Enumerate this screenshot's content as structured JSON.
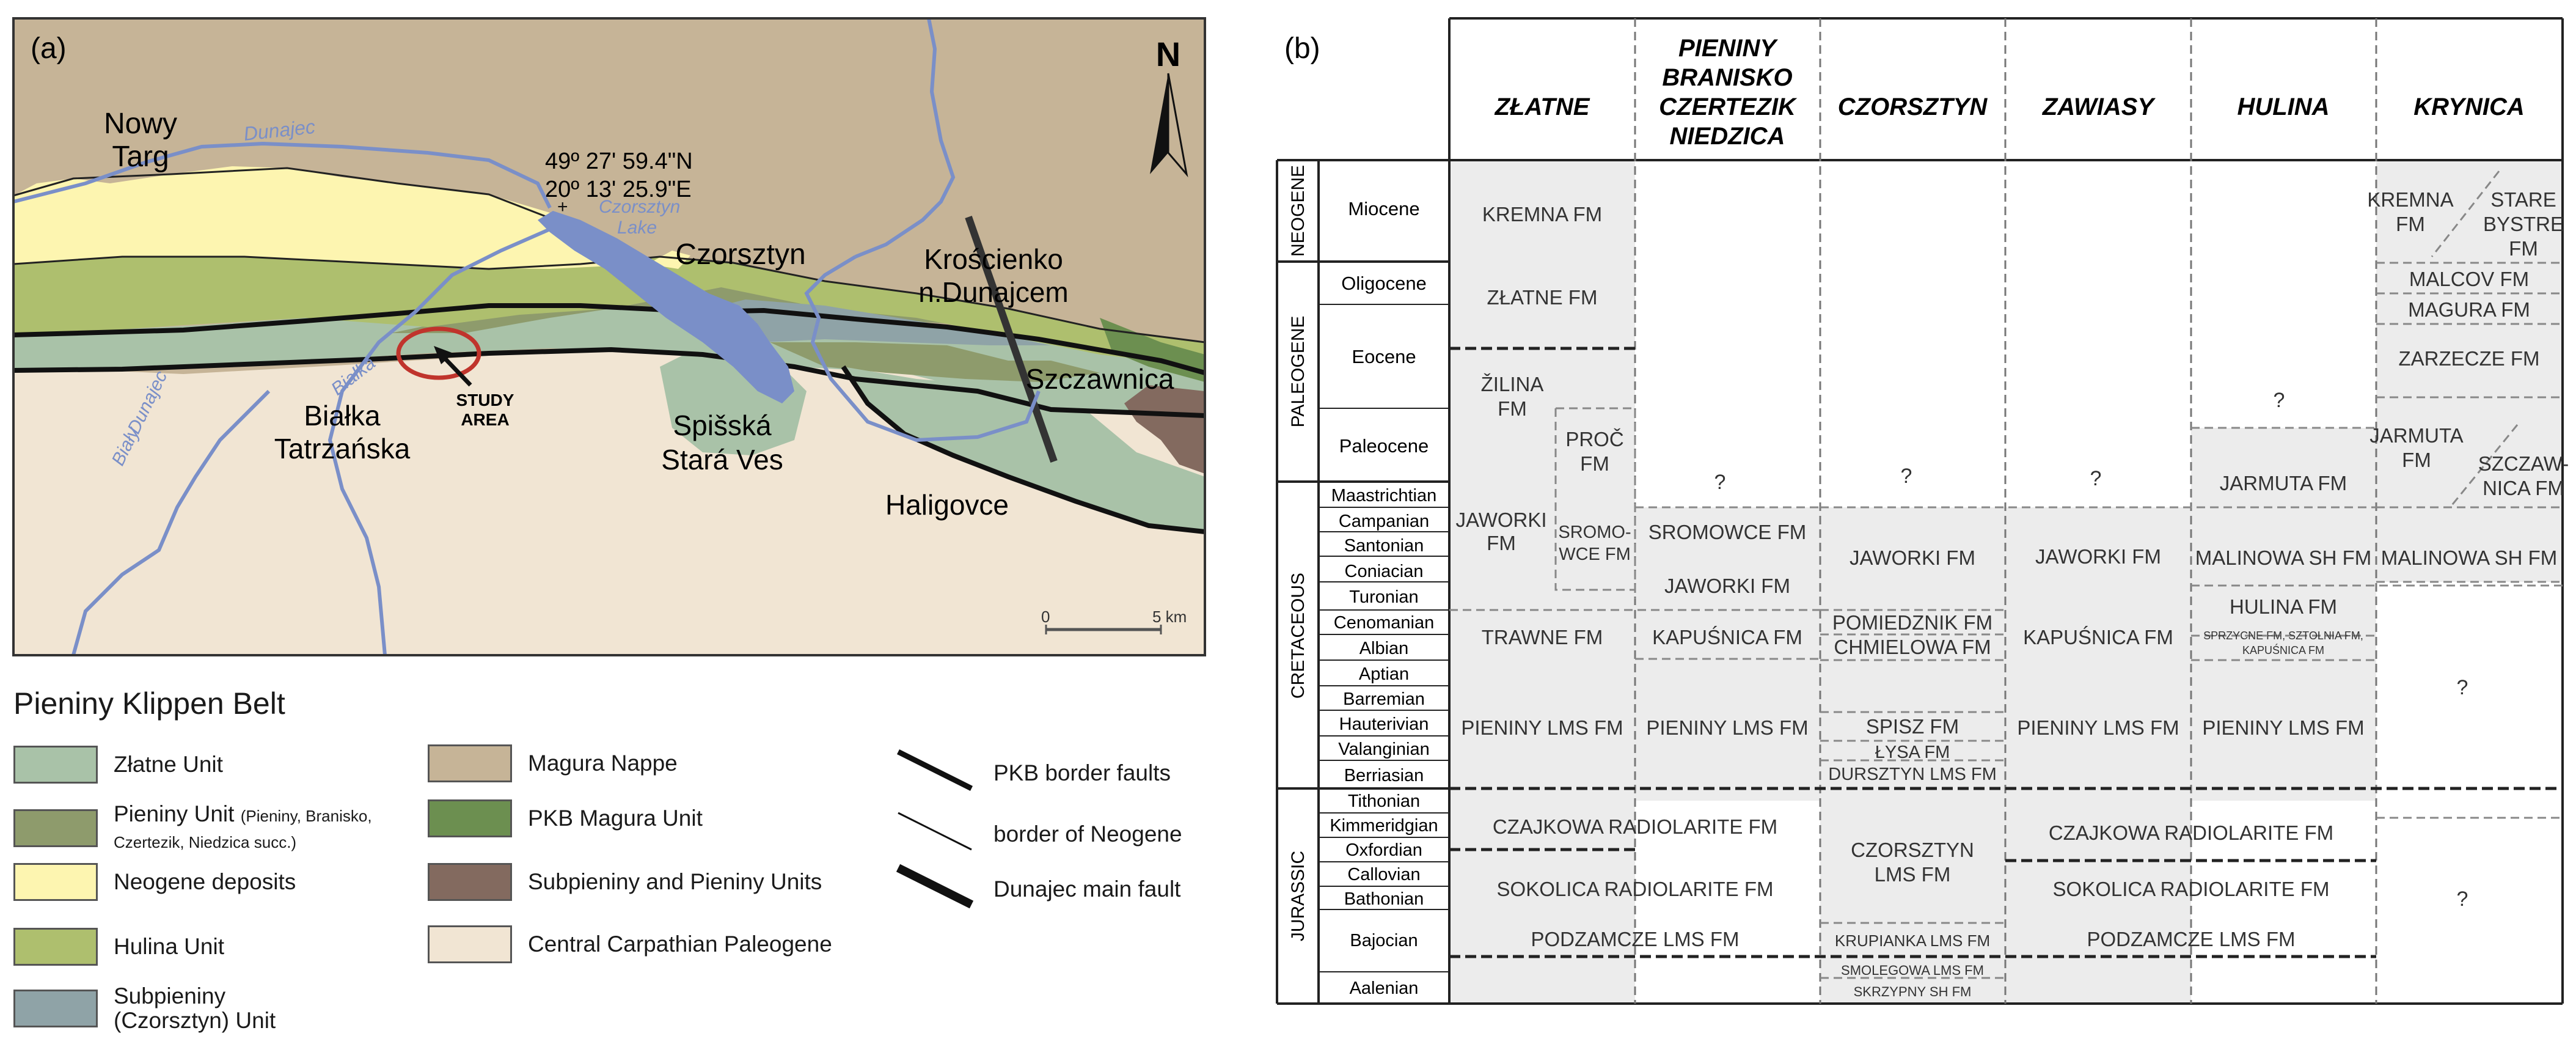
{
  "map": {
    "panel": "(a)",
    "north": "N",
    "places": [
      "Nowy",
      "Targ",
      "Czorsztyn",
      "Krościenko",
      "n.Dunajcem",
      "Szczawnica",
      "Białka",
      "Tatrzańska",
      "Spišská",
      "Stará Ves",
      "Haligovce"
    ],
    "rivers": [
      "Dunajec",
      "Białka",
      "Biały",
      "Dunajec",
      "Czorsztyn",
      "Lake"
    ],
    "coords": [
      "49º 27' 59.4\"N",
      "20º 13' 25.9\"E"
    ],
    "study_area": [
      "STUDY",
      "AREA"
    ],
    "scale": [
      "0",
      "5 km"
    ],
    "colors": {
      "magura": "#c6b497",
      "neogene": "#fdf5b0",
      "hulina": "#aebf6e",
      "pieniny": "#8e9b6c",
      "zlatne": "#a9c2a8",
      "subpieniny": "#8fa3a7",
      "subpieniny_pieniny": "#836a5f",
      "central": "#f1e5d3",
      "river": "#7a8fc8",
      "study": "#c0342c"
    }
  },
  "legend": {
    "title": "Pieniny Klippen Belt",
    "items": [
      {
        "label": "Złatne Unit",
        "color": "#a9c2a8"
      },
      {
        "label": "Pieniny Unit",
        "note": "(Pieniny, Branisko,",
        "note2": "Czertezik, Niedzica succ.)",
        "color": "#8e9b6c"
      },
      {
        "label": "Neogene deposits",
        "color": "#fdf5b0"
      },
      {
        "label": "Hulina Unit",
        "color": "#aebf6e"
      },
      {
        "label": "Subpieniny",
        "label2": "(Czorsztyn) Unit",
        "color": "#8fa3a7"
      },
      {
        "label": "Magura Nappe",
        "color": "#c6b497"
      },
      {
        "label": "PKB Magura Unit",
        "color": "#6c8f50"
      },
      {
        "label": "Subpieniny and Pieniny Units",
        "color": "#836a5f"
      },
      {
        "label": "Central Carpathian Paleogene",
        "color": "#f1e5d3"
      }
    ],
    "faults": [
      "PKB border faults",
      "border of Neogene",
      "Dunajec main fault"
    ]
  },
  "strat": {
    "panel": "(b)",
    "columns": [
      [
        "ZŁATNE"
      ],
      [
        "PIENINY",
        "BRANISKO",
        "CZERTEZIK",
        "NIEDZICA"
      ],
      [
        "CZORSZTYN"
      ],
      [
        "ZAWIASY"
      ],
      [
        "HULINA"
      ],
      [
        "KRYNICA"
      ]
    ],
    "periods": [
      "NEOGENE",
      "PALEOGENE",
      "CRETACEOUS",
      "JURASSIC"
    ],
    "epochs": [
      "Miocene",
      "Oligocene",
      "Eocene",
      "Paleocene",
      "Maastrichtian",
      "Campanian",
      "Santonian",
      "Coniacian",
      "Turonian",
      "Cenomanian",
      "Albian",
      "Aptian",
      "Barremian",
      "Hauterivian",
      "Valanginian",
      "Berriasian",
      "Tithonian",
      "Kimmeridgian",
      "Oxfordian",
      "Callovian",
      "Bathonian",
      "Bajocian",
      "Aalenian"
    ],
    "units": [
      "KREMNA FM",
      "ZŁATNE FM",
      "ŽILINA",
      "FM",
      "PROČ",
      "FM",
      "JAWORKI",
      "FM",
      "SROMO-",
      "WCE FM",
      "TRAWNE FM",
      "PIENINY LMS FM",
      "CZAJKOWA RADIOLARITE FM",
      "SOKOLICA RADIOLARITE FM",
      "PODZAMCZE LMS FM",
      "SROMOWCE FM",
      "JAWORKI FM",
      "KAPUŚNICA FM",
      "PIENINY LMS FM",
      "JAWORKI FM",
      "POMIEDZNIK FM",
      "CHMIELOWA FM",
      "SPISZ FM",
      "ŁYSA FM",
      "DURSZTYN LMS FM",
      "CZORSZTYN",
      "LMS FM",
      "KRUPIANKA LMS FM",
      "SMOLEGOWA LMS FM",
      "SKRZYPNY SH FM",
      "JAWORKI FM",
      "KAPUŚNICA FM",
      "PIENINY LMS FM",
      "CZAJKOWA RADIOLARITE FM",
      "SOKOLICA RADIOLARITE FM",
      "PODZAMCZE LMS FM",
      "JARMUTA  FM",
      "MALINOWA SH FM",
      "HULINA FM",
      "SPRZYCNE FM, SZTOLNIA FM,",
      "KAPUŚNICA FM",
      "PIENINY LMS FM",
      "KREMNA",
      "FM",
      "STARE",
      "BYSTRE",
      "FM",
      "MALCOV FM",
      "MAGURA FM",
      "ZARZECZE FM",
      "JARMUTA",
      "FM",
      "SZCZAW-",
      "NICA FM",
      "MALINOWA SH FM"
    ],
    "question": "?"
  }
}
